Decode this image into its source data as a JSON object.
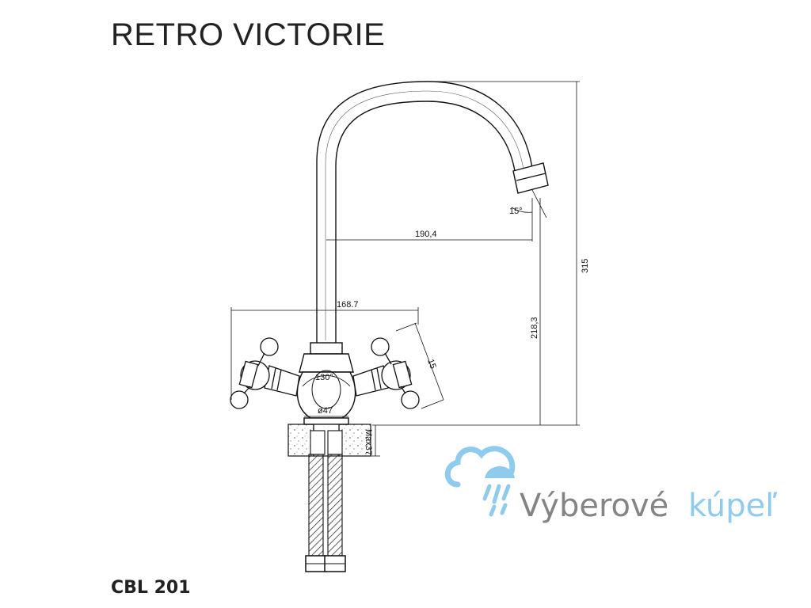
{
  "title": "RETRO VICTORIE",
  "model_code": "CBL 201",
  "dimensions": {
    "height_total": "315",
    "spout_reach": "190,4",
    "spout_height": "218,3",
    "handles_width": "168.7",
    "handle_height": "15",
    "handle_angle": "130°",
    "base_diameter": "ø47",
    "max_deck": "Max37",
    "spout_angle": "15°"
  },
  "watermark": {
    "word1": "Výberové",
    "word2": "kúpeľ",
    "gray_color": "#6f6f6f",
    "blue_color": "#7cc3ea"
  }
}
